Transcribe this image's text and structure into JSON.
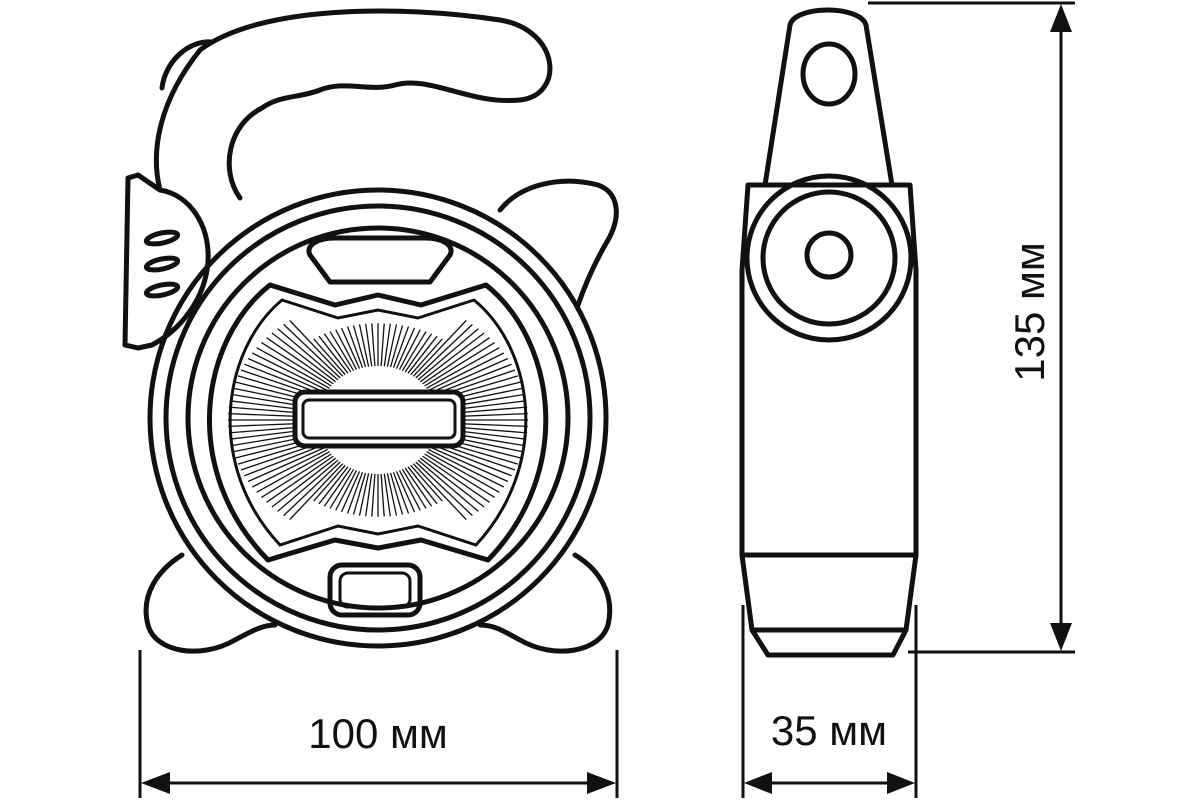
{
  "dimensions": {
    "width": {
      "value": 100,
      "unit": "мм",
      "label": "100 мм"
    },
    "depth": {
      "value": 35,
      "unit": "мм",
      "label": "35 мм"
    },
    "height": {
      "value": 135,
      "unit": "мм",
      "label": "135 мм"
    }
  },
  "colors": {
    "line": "#111111",
    "background": "#ffffff"
  }
}
